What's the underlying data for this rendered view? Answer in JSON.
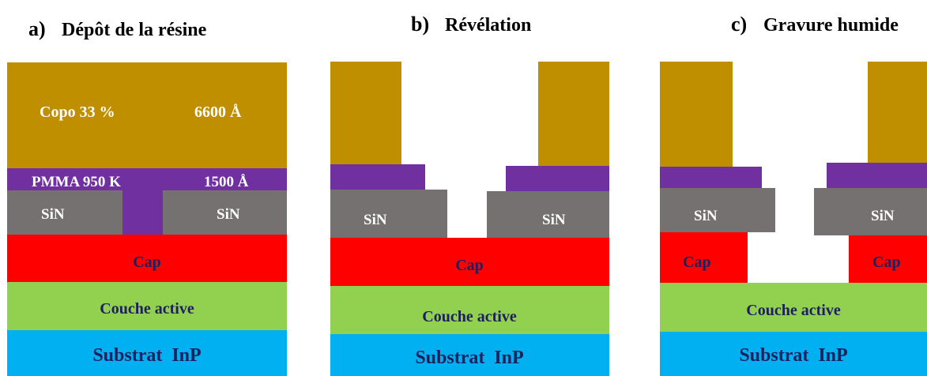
{
  "panels": {
    "a": {
      "letter": "a)",
      "title": "Dépôt de la résine",
      "copo_label": "Copo 33 %",
      "copo_thickness": "6600 Å",
      "pmma_label": "PMMA 950 K",
      "pmma_thickness": "1500 Å",
      "sin_left": "SiN",
      "sin_right": "SiN",
      "cap": "Cap",
      "active": "Couche active",
      "substrate": "Substrat  InP"
    },
    "b": {
      "letter": "b)",
      "title": "Révélation",
      "sin_left": "SiN",
      "sin_right": "SiN",
      "cap": "Cap",
      "active": "Couche active",
      "substrate": "Substrat  InP"
    },
    "c": {
      "letter": "c)",
      "title": "Gravure humide",
      "sin_left": "SiN",
      "sin_right": "SiN",
      "cap_left": "Cap",
      "cap_right": "Cap",
      "active": "Couche active",
      "substrate": "Substrat  InP"
    }
  },
  "colors": {
    "copo": "#BF8F00",
    "pmma": "#7030A0",
    "sin": "#767171",
    "cap": "#FF0000",
    "active": "#92D050",
    "substrate": "#00B0F0",
    "label_light": "#FFFFFF",
    "label_dark": "#1F1F5C"
  }
}
